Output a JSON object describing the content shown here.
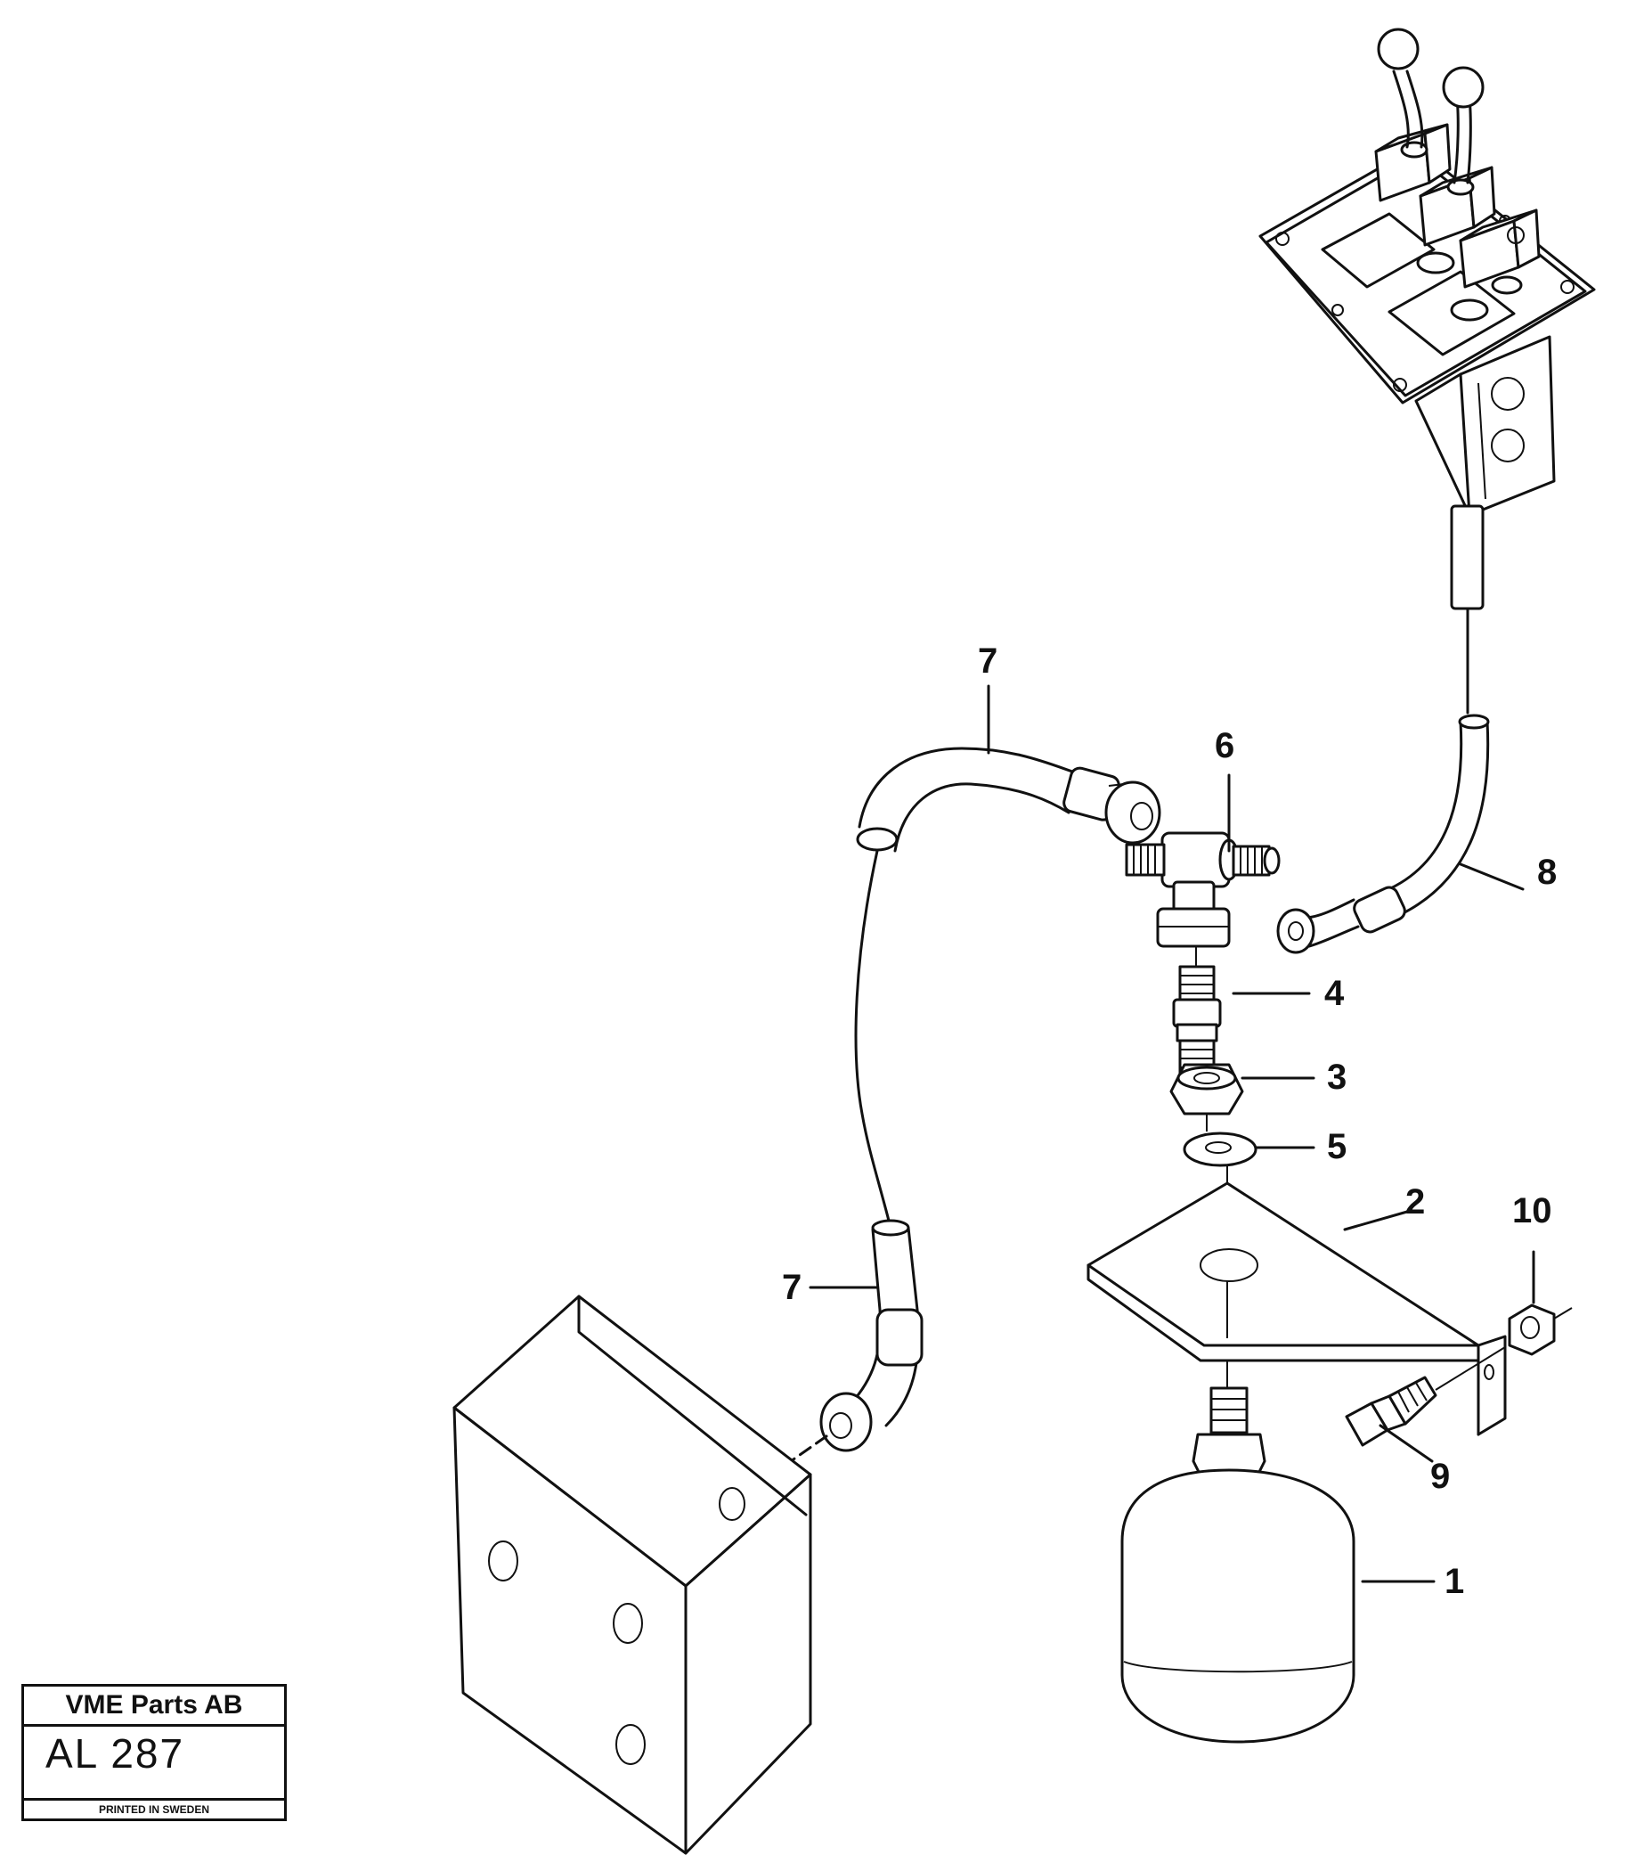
{
  "callouts": [
    "1",
    "2",
    "3",
    "4",
    "5",
    "6",
    "7",
    "8",
    "9",
    "10"
  ],
  "title_block": {
    "company": "VME Parts AB",
    "drawing_code": "AL 287",
    "footer": "PRINTED IN SWEDEN"
  }
}
